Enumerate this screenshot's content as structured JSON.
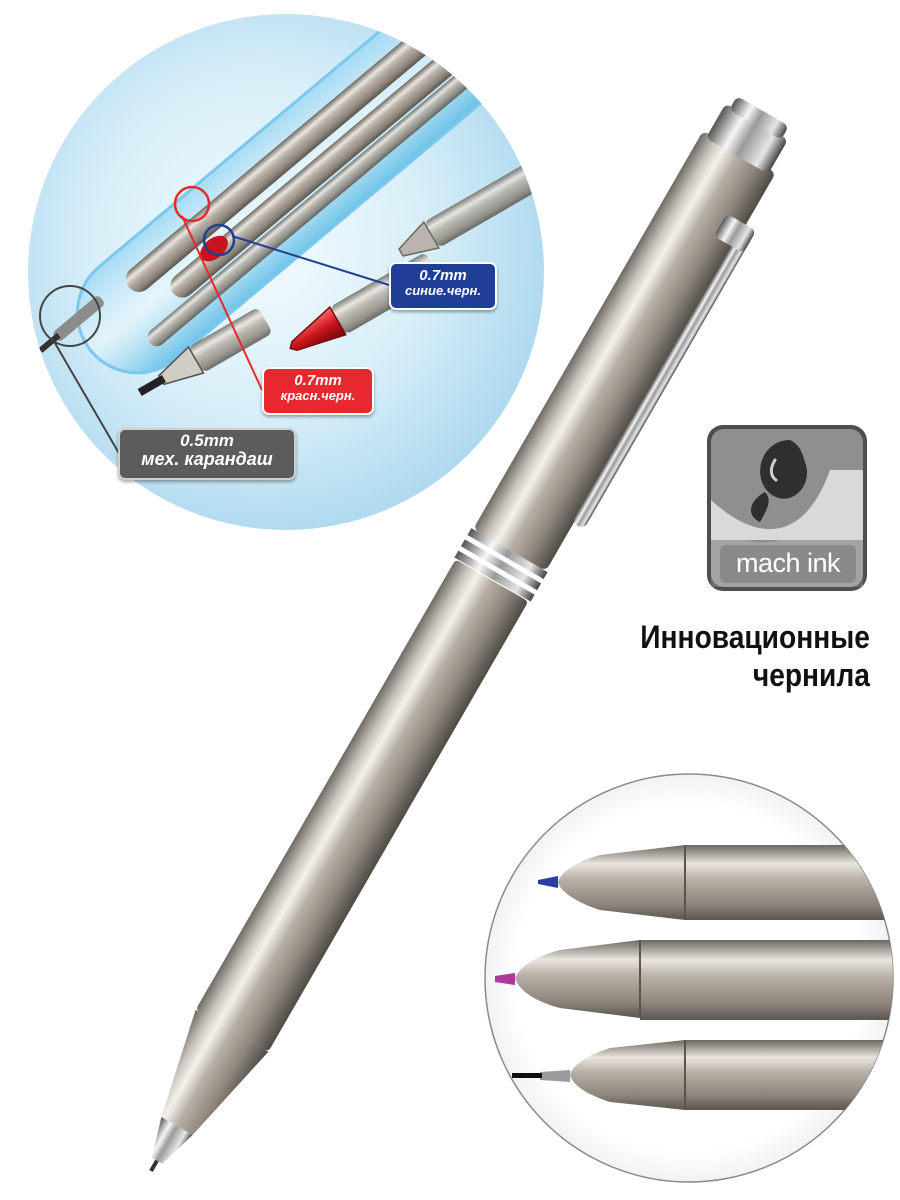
{
  "colors": {
    "blue_label": "#1f3e96",
    "red_label": "#e8282f",
    "pencil_label": "#5c5c5c",
    "logo_bg": "#8f8f8f",
    "inset_bg": "#cfe9f5"
  },
  "labels": {
    "pencil": {
      "size": "0.5mm",
      "desc": "мех. карандаш"
    },
    "red": {
      "size": "0.7mm",
      "desc": "красн.черн."
    },
    "blue": {
      "size": "0.7mm",
      "desc": "синие.черн."
    }
  },
  "logo": {
    "text": "mach ink",
    "icon": "ink-drop-icon"
  },
  "tagline": {
    "line1": "Инновационные",
    "line2": "чернила"
  },
  "tips": [
    "blue-ink-tip",
    "red-ink-tip",
    "pencil-lead-tip"
  ]
}
